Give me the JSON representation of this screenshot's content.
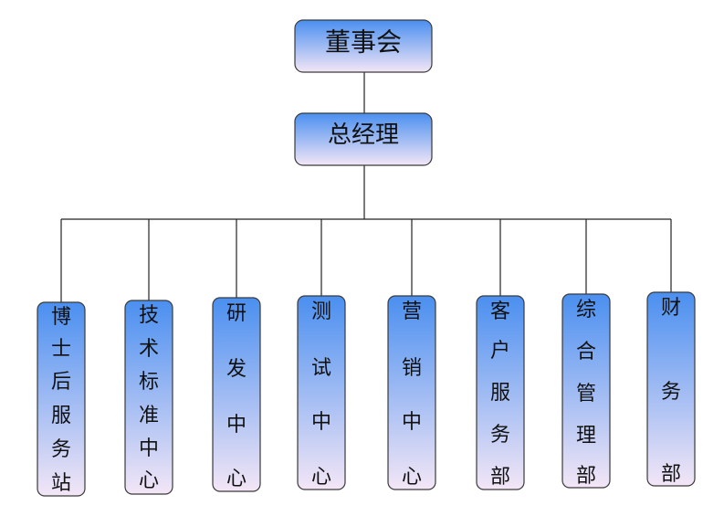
{
  "board": {
    "label": "董事会"
  },
  "general_manager": {
    "label": "总经理"
  },
  "departments": [
    {
      "key": "postdoc-station",
      "label": "博士后服务站"
    },
    {
      "key": "tech-standards-center",
      "label": "技术标准中心"
    },
    {
      "key": "rnd-center",
      "label": "研发中心"
    },
    {
      "key": "testing-center",
      "label": "测试中心"
    },
    {
      "key": "marketing-center",
      "label": "营销中心"
    },
    {
      "key": "customer-service-dept",
      "label": "客户服务部"
    },
    {
      "key": "general-admin-dept",
      "label": "综合管理部"
    },
    {
      "key": "finance-dept",
      "label": "财务部"
    }
  ],
  "colors": {
    "box_gradient_top": "#4a8ff0",
    "box_gradient_bottom": "#f3e6f6",
    "line": "#222222",
    "border": "#3a3a3a"
  }
}
